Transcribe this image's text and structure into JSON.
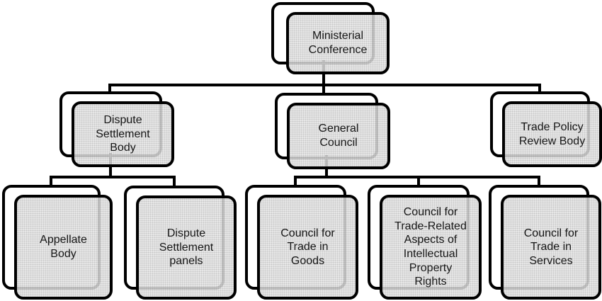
{
  "diagram": {
    "type": "org-tree",
    "colors": {
      "node_fill": "#e5e5e5",
      "node_border": "#000000",
      "shadow_box_fill": "#ffffff",
      "connector": "#000000",
      "background": "#ffffff",
      "text": "#161616"
    },
    "nodes": {
      "ministerial_conference": "Ministerial\nConference",
      "dispute_settlement_body": "Dispute\nSettlement\nBody",
      "general_council": "General\nCouncil",
      "trade_policy_review_body": "Trade Policy\nReview Body",
      "appellate_body": "Appellate\nBody",
      "dispute_settlement_panels": "Dispute\nSettlement\npanels",
      "council_trade_goods": "Council for\nTrade in\nGoods",
      "council_trips": "Council for\nTrade-Related\nAspects of\nIntellectual\nProperty\nRights",
      "council_trade_services": "Council for\nTrade in\nServices"
    },
    "hierarchy": {
      "root": "Ministerial Conference",
      "children": [
        {
          "label": "Dispute Settlement Body",
          "children": [
            "Appellate Body",
            "Dispute Settlement panels"
          ]
        },
        {
          "label": "General Council",
          "children": [
            "Council for Trade in Goods",
            "Council for Trade-Related Aspects of Intellectual Property Rights",
            "Council for Trade in Services"
          ]
        },
        {
          "label": "Trade Policy Review Body",
          "children": []
        }
      ]
    }
  }
}
